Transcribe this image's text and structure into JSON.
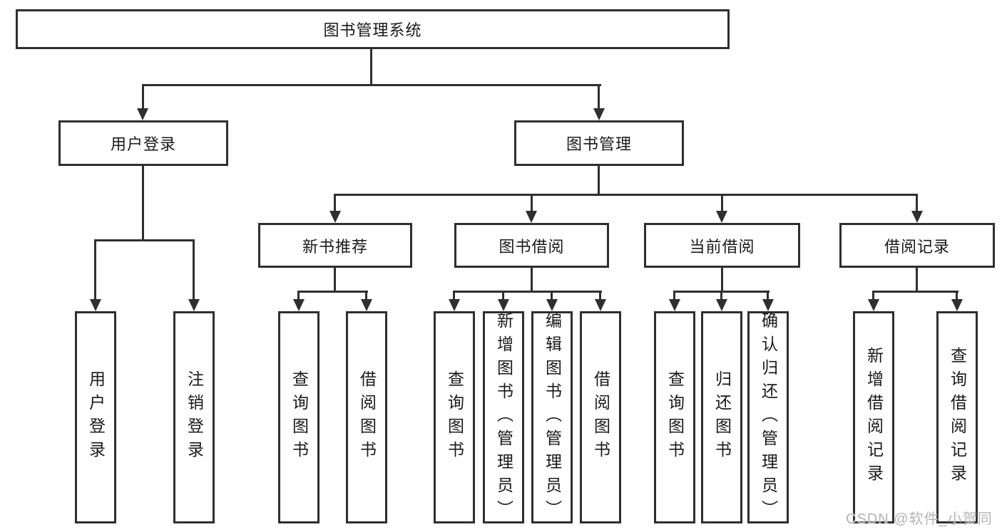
{
  "colors": {
    "line": "#2f2f2f",
    "text": "#1a1a1a",
    "watermark": "#b4b4b4",
    "background": "#ffffff"
  },
  "diagram": {
    "root": "图书管理系统",
    "level2": {
      "user_login": "用户登录",
      "book_mgmt": "图书管理"
    },
    "level3": {
      "new_books": "新书推荐",
      "book_borrow": "图书借阅",
      "current_borrow": "当前借阅",
      "borrow_records": "借阅记录"
    },
    "level4": {
      "user_login_leaf": "用户登录",
      "logout": "注销登录",
      "nb_search": "查询图书",
      "nb_borrow": "借阅图书",
      "bb_search": "查询图书",
      "bb_add": "新增图书（管理员）",
      "bb_edit": "编辑图书（管理员）",
      "bb_borrow": "借阅图书",
      "cb_search": "查询图书",
      "cb_return": "归还图书",
      "cb_confirm": "确认归还（管理员）",
      "br_add": "新增借阅记录",
      "br_search": "查询借阅记录"
    }
  },
  "watermark": "CSDN @软件_小贺同学"
}
